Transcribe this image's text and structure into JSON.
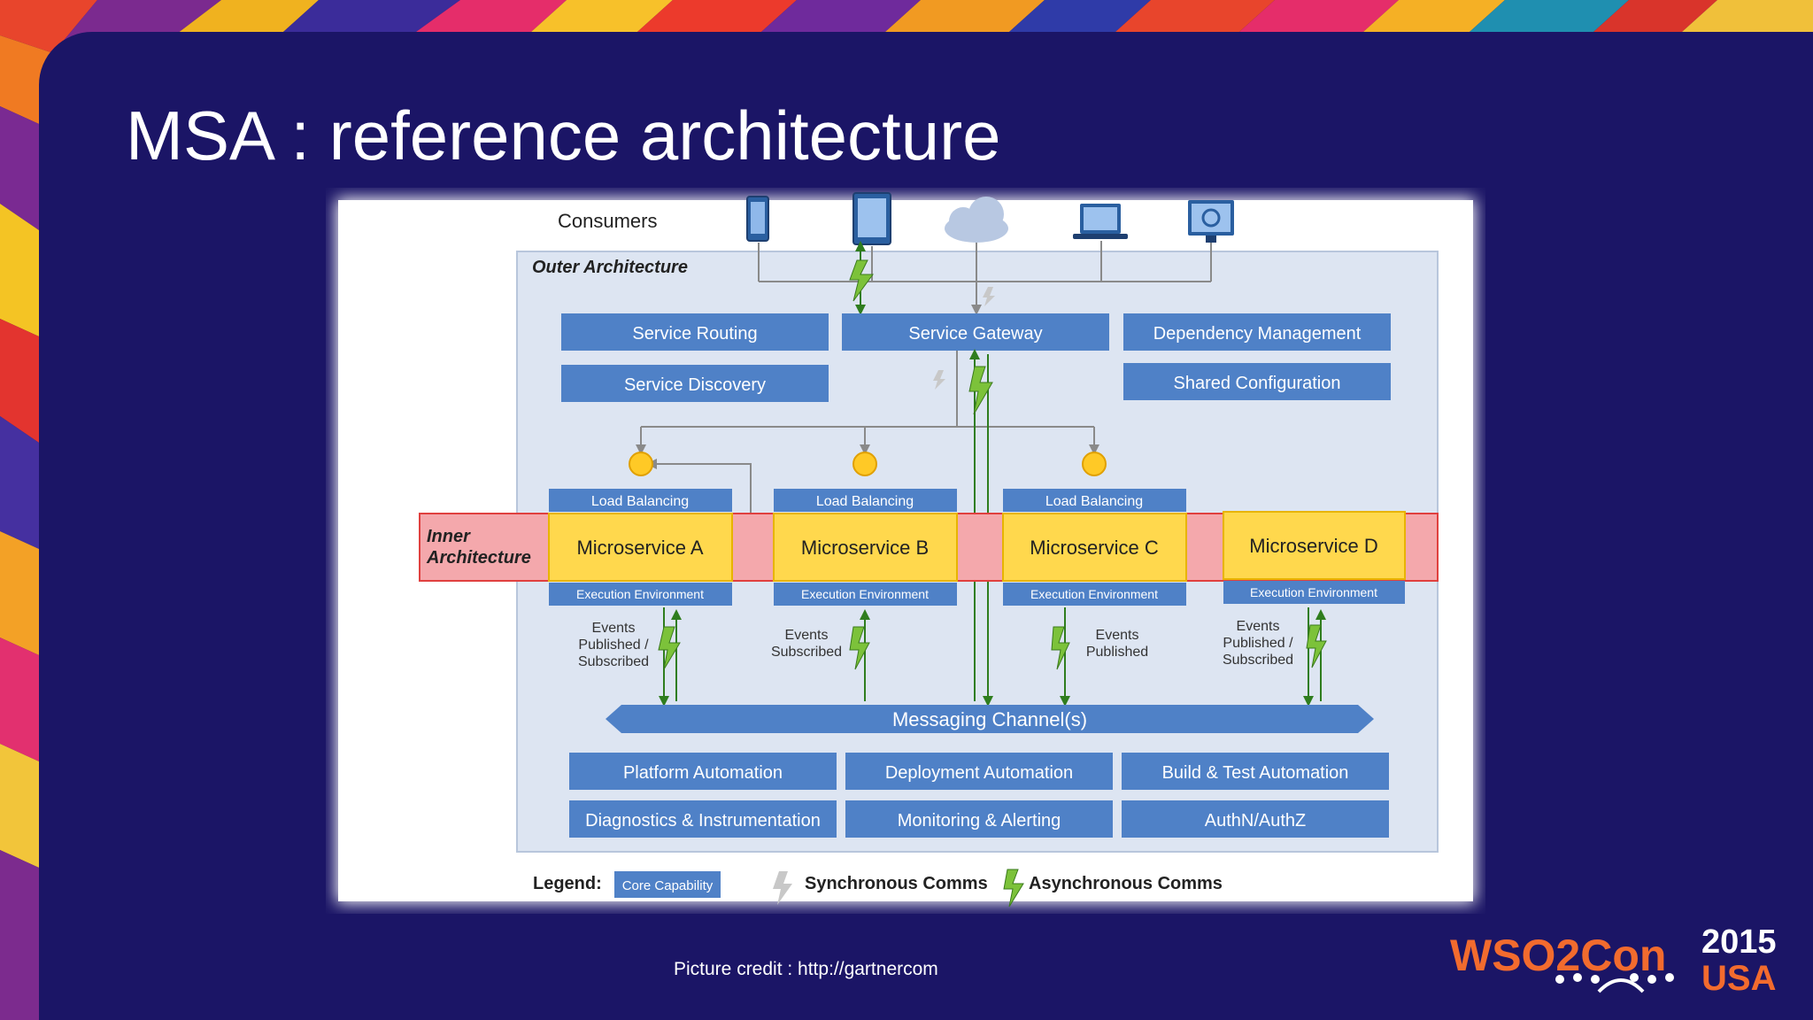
{
  "slide": {
    "title": "MSA : reference architecture",
    "credit": "Picture credit : http://gartnercom"
  },
  "colors": {
    "background": "#1b1566",
    "core_capability": "#4f81c7",
    "microservice": "#ffd84d",
    "inner_band": "#f4a8ac",
    "async_bolt": "#7cc23a",
    "outer_panel": "#dde5f2"
  },
  "diagram": {
    "consumers_label": "Consumers",
    "consumers": [
      {
        "icon": "smartphone-icon"
      },
      {
        "icon": "tablet-icon"
      },
      {
        "icon": "cloud-icon"
      },
      {
        "icon": "laptop-icon"
      },
      {
        "icon": "desktop-monitor-icon"
      }
    ],
    "outer_label": "Outer Architecture",
    "inner_label_line1": "Inner",
    "inner_label_line2": "Architecture",
    "outer_services": [
      "Service Routing",
      "Service Gateway",
      "Dependency Management",
      "Service Discovery",
      "Shared Configuration"
    ],
    "load_balancing": "Load Balancing",
    "execution_env": "Execution Environment",
    "microservices": [
      "Microservice A",
      "Microservice B",
      "Microservice C",
      "Microservice D"
    ],
    "events": [
      [
        "Events",
        "Published /",
        "Subscribed"
      ],
      [
        "Events",
        "Subscribed"
      ],
      [
        "Events",
        "Published"
      ],
      [
        "Events",
        "Published /",
        "Subscribed"
      ]
    ],
    "messaging": "Messaging Channel(s)",
    "bottom_services": [
      "Platform Automation",
      "Deployment Automation",
      "Build & Test Automation",
      "Diagnostics & Instrumentation",
      "Monitoring & Alerting",
      "AuthN/AuthZ"
    ],
    "legend": {
      "label": "Legend:",
      "core": "Core Capability",
      "sync": "Synchronous Comms",
      "async": "Asynchronous Comms"
    }
  },
  "logo": {
    "brand": "WSO2Con",
    "year": "2015",
    "region": "USA"
  }
}
